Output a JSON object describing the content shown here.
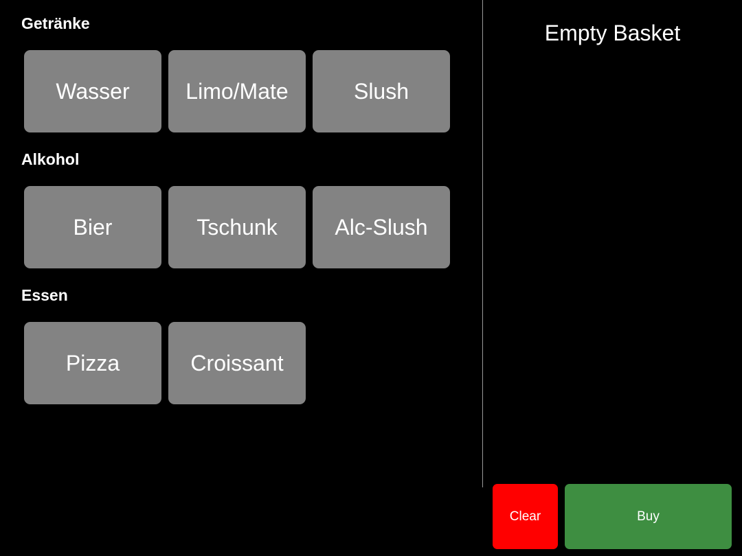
{
  "categories": [
    {
      "title": "Getränke",
      "items": [
        "Wasser",
        "Limo/Mate",
        "Slush"
      ]
    },
    {
      "title": "Alkohol",
      "items": [
        "Bier",
        "Tschunk",
        "Alc-Slush"
      ]
    },
    {
      "title": "Essen",
      "items": [
        "Pizza",
        "Croissant"
      ]
    }
  ],
  "basket": {
    "status": "Empty Basket",
    "clear_label": "Clear",
    "buy_label": "Buy"
  },
  "colors": {
    "background": "#000000",
    "product_button": "#838383",
    "clear_button": "#ff0000",
    "buy_button": "#3e8e41",
    "text": "#ffffff",
    "divider": "#9a9a9a"
  }
}
